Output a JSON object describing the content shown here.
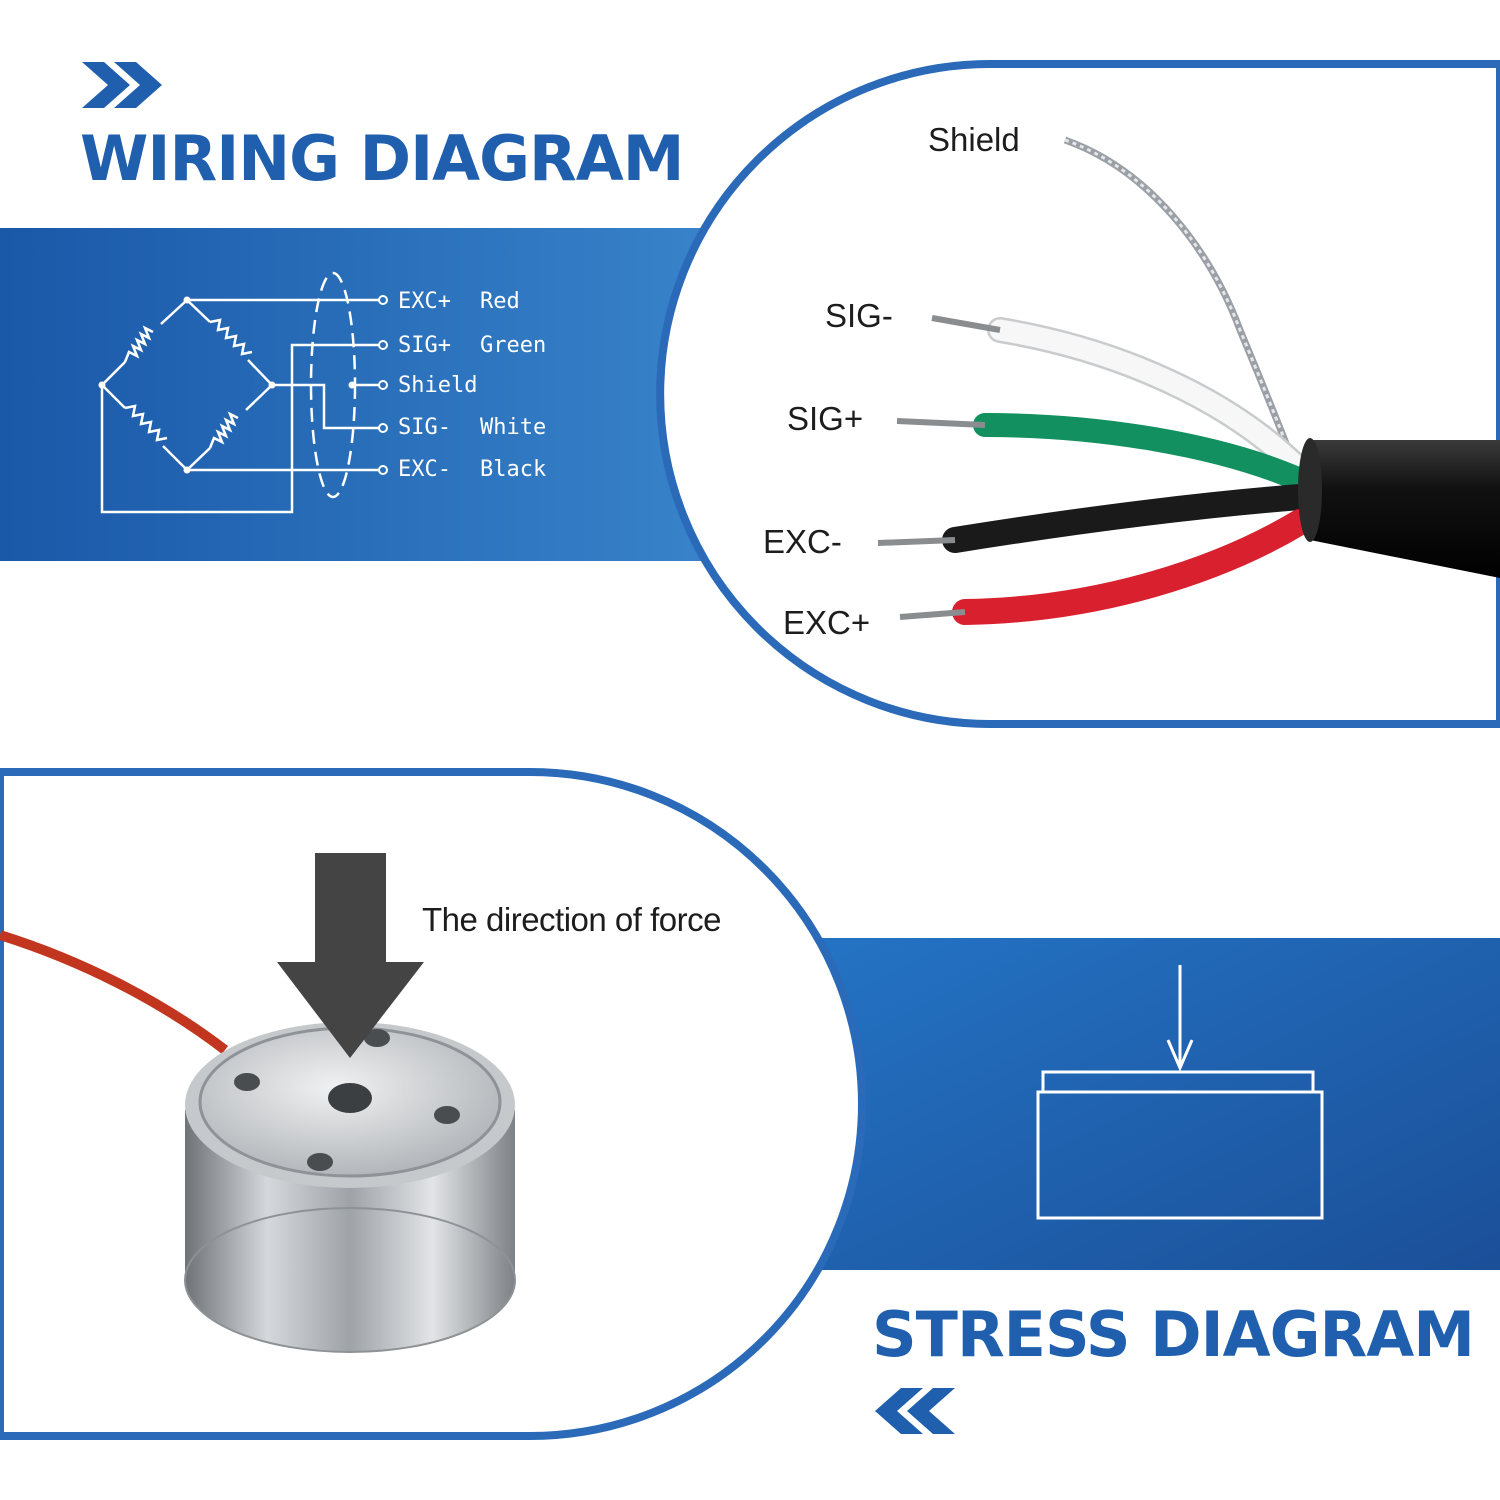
{
  "wiring_section": {
    "title": "WIRING DIAGRAM",
    "legend": [
      {
        "signal": "EXC+",
        "color": "Red"
      },
      {
        "signal": "SIG+",
        "color": "Green"
      },
      {
        "signal": "Shield",
        "color": ""
      },
      {
        "signal": "SIG-",
        "color": "White"
      },
      {
        "signal": "EXC-",
        "color": "Black"
      }
    ],
    "cable_labels": {
      "shield": "Shield",
      "sig_minus": "SIG-",
      "sig_plus": "SIG+",
      "exc_minus": "EXC-",
      "exc_plus": "EXC+"
    }
  },
  "stress_section": {
    "title": "STRESS DIAGRAM",
    "force_label": "The direction of force"
  },
  "colors": {
    "brand_blue": "#1f5fae",
    "band_blue": "#2a6ab8",
    "wire_red": "#d8202f",
    "wire_green": "#12905f",
    "wire_white": "#f4f4f4",
    "wire_black": "#1a1a1a"
  }
}
